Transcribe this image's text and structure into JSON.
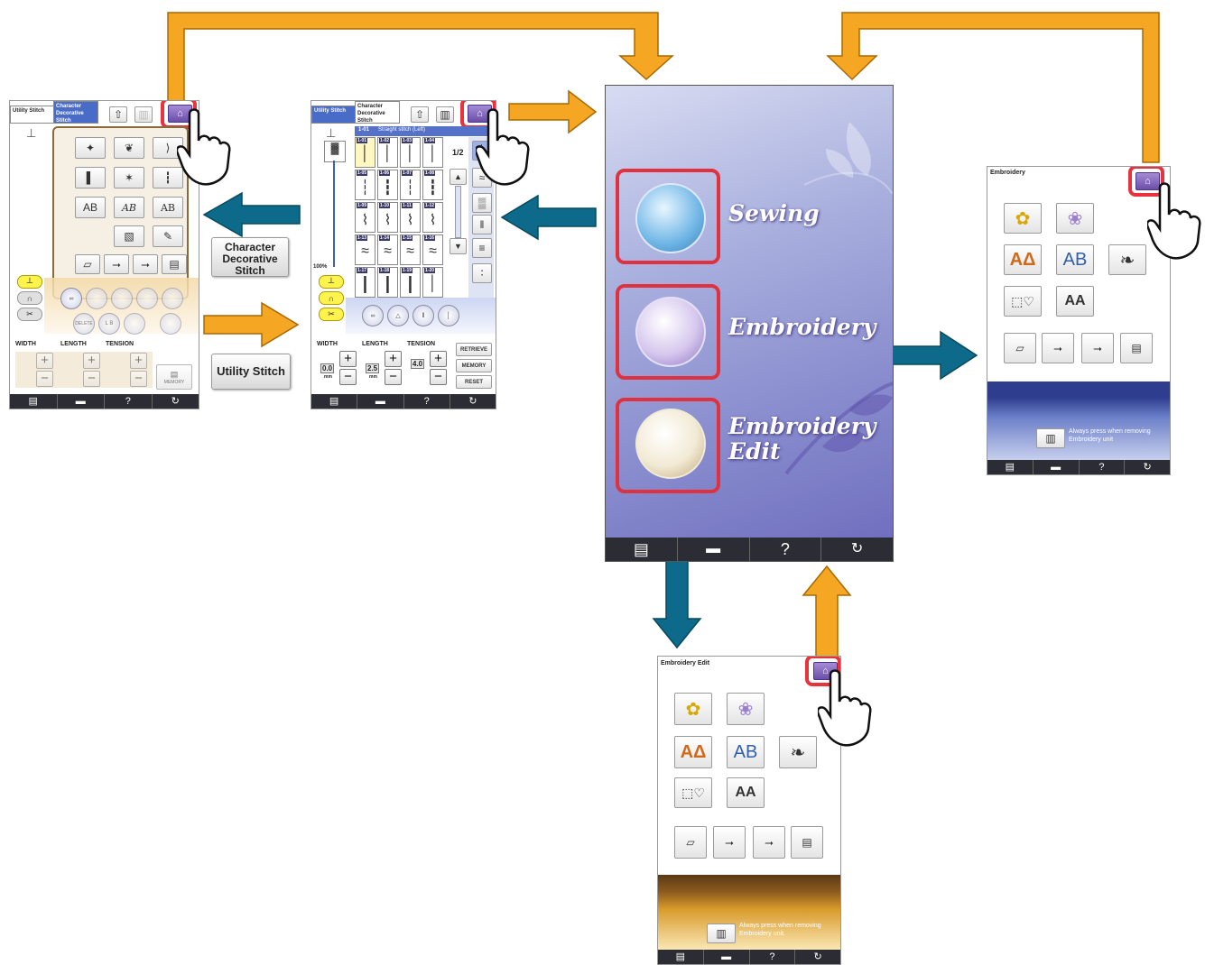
{
  "colors": {
    "orange_arrow": "#f5a623",
    "teal_arrow": "#0e6a8a",
    "highlight_ring": "#e8323c",
    "home_purple": "#7a5cbf"
  },
  "screen_utility": {
    "tab_utility": "Utility Stitch",
    "tab_character": "Character Decorative Stitch",
    "width_label": "WIDTH",
    "length_label": "LENGTH",
    "tension_label": "TENSION",
    "delete_label": "DELETE",
    "lb_label": "L  B",
    "memory_label": "MEMORY",
    "button_label": "Character Decorative Stitch",
    "bottom_help": "?"
  },
  "screen_stitch": {
    "tab_utility": "Utility Stitch",
    "tab_character": "Character Decorative Stitch",
    "stitch_code": "1-01",
    "stitch_name": "Straight stitch (Left)",
    "page_indicator": "1/2",
    "percent": "100%",
    "width_label": "WIDTH",
    "length_label": "LENGTH",
    "tension_label": "TENSION",
    "width_value": "0.0",
    "length_value": "2.5",
    "tension_value": "4.0",
    "mm_label": "mm",
    "retrieve_label": "RETRIEVE",
    "memory_label": "MEMORY",
    "reset_label": "RESET",
    "button_label": "Utility Stitch",
    "stitch_codes": [
      "1-01",
      "1-02",
      "1-03",
      "1-04",
      "1-05",
      "1-06",
      "1-07",
      "1-08",
      "1-09",
      "1-10",
      "1-11",
      "1-12",
      "1-13",
      "1-14",
      "1-15",
      "1-16",
      "1-17",
      "1-18",
      "1-19",
      "1-20"
    ],
    "bottom_help": "?"
  },
  "home_screen": {
    "sewing": "Sewing",
    "embroidery": "Embroidery",
    "embroidery_edit_line1": "Embroidery",
    "embroidery_edit_line2": "Edit",
    "bottom_help": "?"
  },
  "embroidery_screen": {
    "title": "Embroidery",
    "notice": "Always press when removing Embroidery unit",
    "bottom_help": "?"
  },
  "embroidery_edit_screen": {
    "title": "Embroidery Edit",
    "notice": "Always press when removing Embroidery unit.",
    "bottom_help": "?"
  }
}
